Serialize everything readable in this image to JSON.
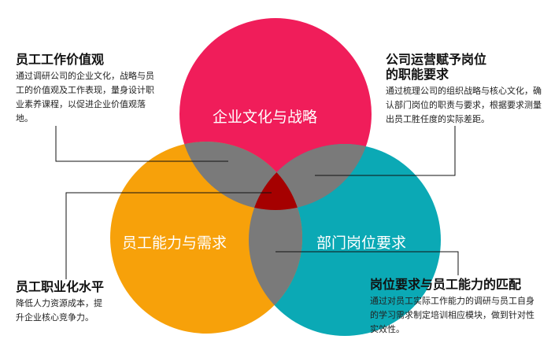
{
  "circles": {
    "culture": {
      "label": "企业文化与战略",
      "color": "#f01d5a"
    },
    "employee": {
      "label": "员工能力与需求",
      "color": "#f7a10a"
    },
    "position": {
      "label": "部门岗位要求",
      "color": "#0ba9b5"
    },
    "overlap_color": "#7a7a7a",
    "center_color": "#a50000"
  },
  "blocks": {
    "top_left": {
      "title": "员工工作价值观",
      "text": "通过调研公司的企业文化，战略与员工的价值观及工作表现，量身设计职业素养课程，以促进企业价值观落地。"
    },
    "top_right": {
      "title": "公司运营赋予岗位的职能要求",
      "text": "通过梳理公司的组织战略与核心文化，确认部门岗位的职责与要求，根据要求测量出员工胜任度的实际差距。"
    },
    "bottom_left": {
      "title": "员工职业化水平",
      "text": "降低人力资源成本，提升企业核心竞争力。"
    },
    "bottom_right": {
      "title": "岗位要求与员工能力的匹配",
      "text": "通过对员工实际工作能力的调研与员工自身的学习需求制定培训相应模块，做到针对性实效性。"
    }
  }
}
